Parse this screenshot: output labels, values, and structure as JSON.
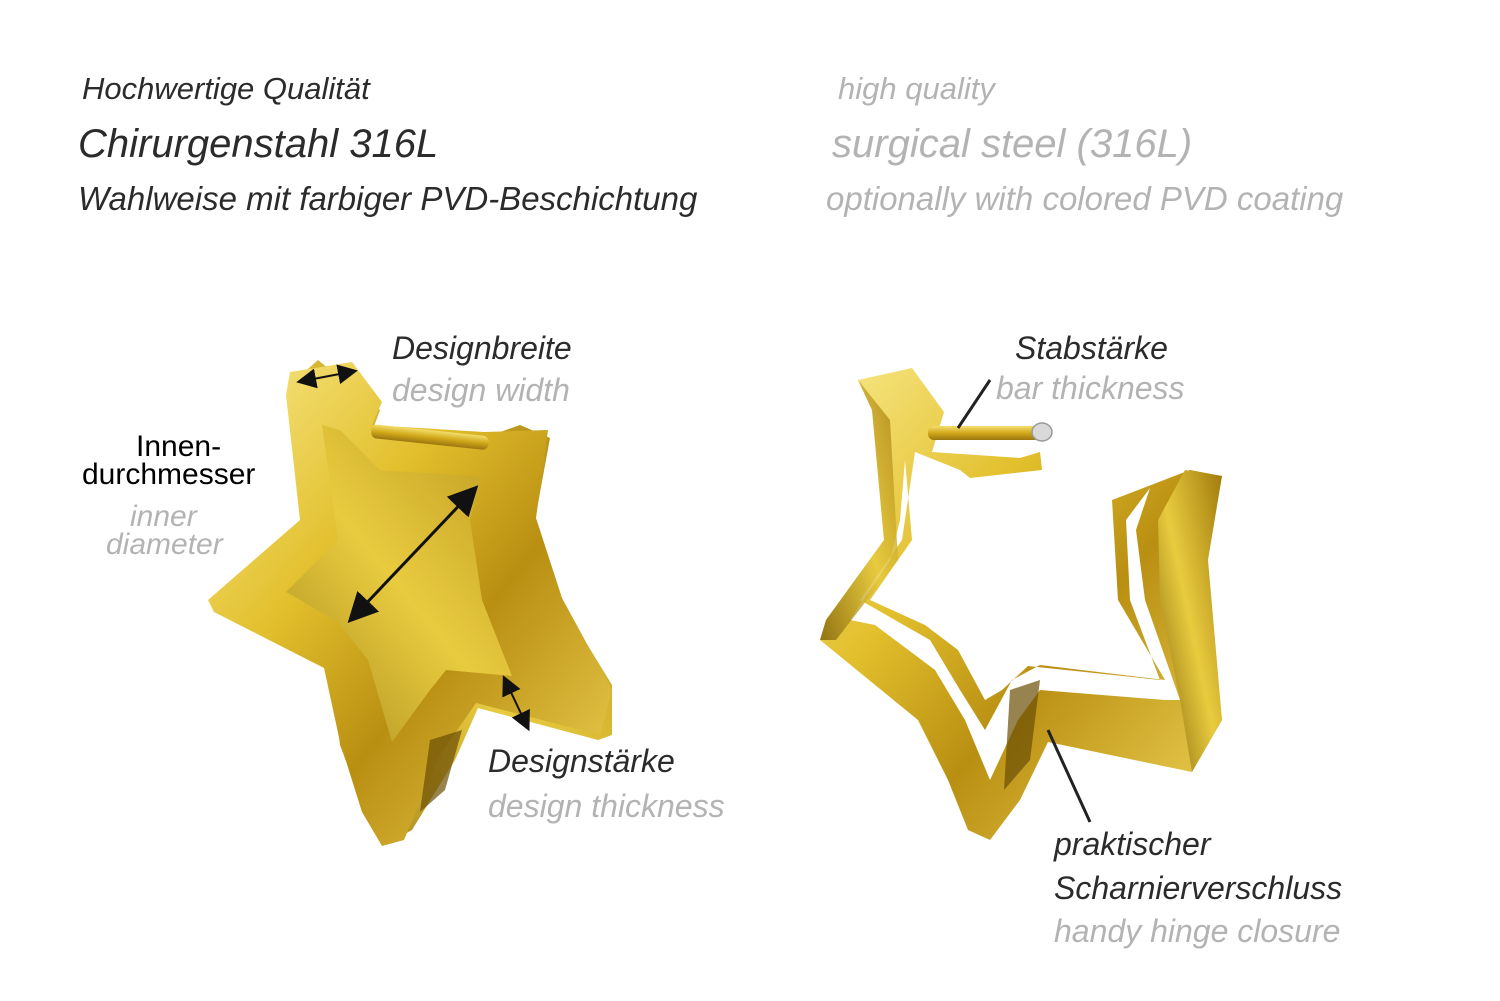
{
  "header": {
    "de_quality": "Hochwertige Qualität",
    "de_material": "Chirurgenstahl 316L",
    "de_coating": "Wahlweise mit farbiger PVD-Beschichtung",
    "en_quality": "high quality",
    "en_material": "surgical steel (316L)",
    "en_coating": "optionally with colored PVD coating"
  },
  "labels": {
    "design_width_de": "Designbreite",
    "design_width_en": "design  width",
    "inner_diameter_de_1": "Innen-",
    "inner_diameter_de_2": "durchmesser",
    "inner_diameter_en_1": "inner",
    "inner_diameter_en_2": "diameter",
    "design_thickness_de": "Designstärke",
    "design_thickness_en": "design thickness",
    "bar_thickness_de": "Stabstärke",
    "bar_thickness_en": "bar thickness",
    "hinge_de_1": "praktischer",
    "hinge_de_2": "Scharnierverschluss",
    "hinge_en": "handy hinge closure"
  },
  "colors": {
    "gold_light": "#f6e27a",
    "gold_mid": "#d9b21f",
    "gold_dark": "#8a6a0a",
    "text_dark": "#2b2b2b",
    "text_grey": "#b3b3b3"
  }
}
